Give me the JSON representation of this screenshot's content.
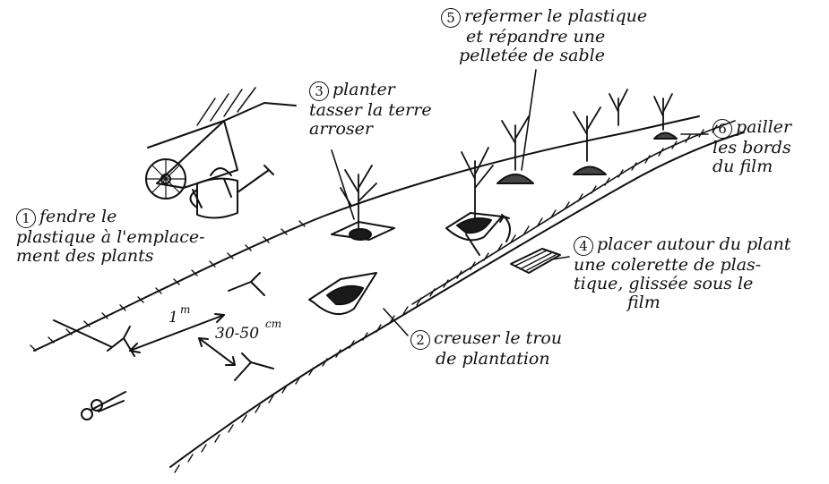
{
  "steps": [
    {
      "id": "step-1",
      "number": "1",
      "lines": [
        "fendre le",
        "plastique à l'emplace-",
        "ment des plants"
      ]
    },
    {
      "id": "step-2",
      "number": "2",
      "lines": [
        "creuser le trou",
        "de plantation"
      ]
    },
    {
      "id": "step-3",
      "number": "3",
      "lines": [
        "planter",
        "tasser la terre",
        "arroser"
      ]
    },
    {
      "id": "step-4",
      "number": "4",
      "lines": [
        "placer autour du plant",
        "une colerette de plas-",
        "tique, glissée sous le",
        "film"
      ]
    },
    {
      "id": "step-5",
      "number": "5",
      "lines": [
        "refermer le plastique",
        "et répandre une",
        "pelletée de sable"
      ]
    },
    {
      "id": "step-6",
      "number": "6",
      "lines": [
        "pailler",
        "les bords",
        "du film"
      ]
    }
  ],
  "measurements": {
    "row_spacing": "1",
    "row_spacing_unit": "m",
    "plant_spacing": "30-50",
    "plant_spacing_unit": "cm"
  },
  "colors": {
    "ink": "#111111",
    "background": "#ffffff",
    "fill_dark": "#1a1a1a"
  },
  "icons": [
    "wheelbarrow-icon",
    "watering-can-icon",
    "scissors-icon",
    "plastic-collar-icon",
    "sand-pile-icon",
    "seedling-icon"
  ]
}
